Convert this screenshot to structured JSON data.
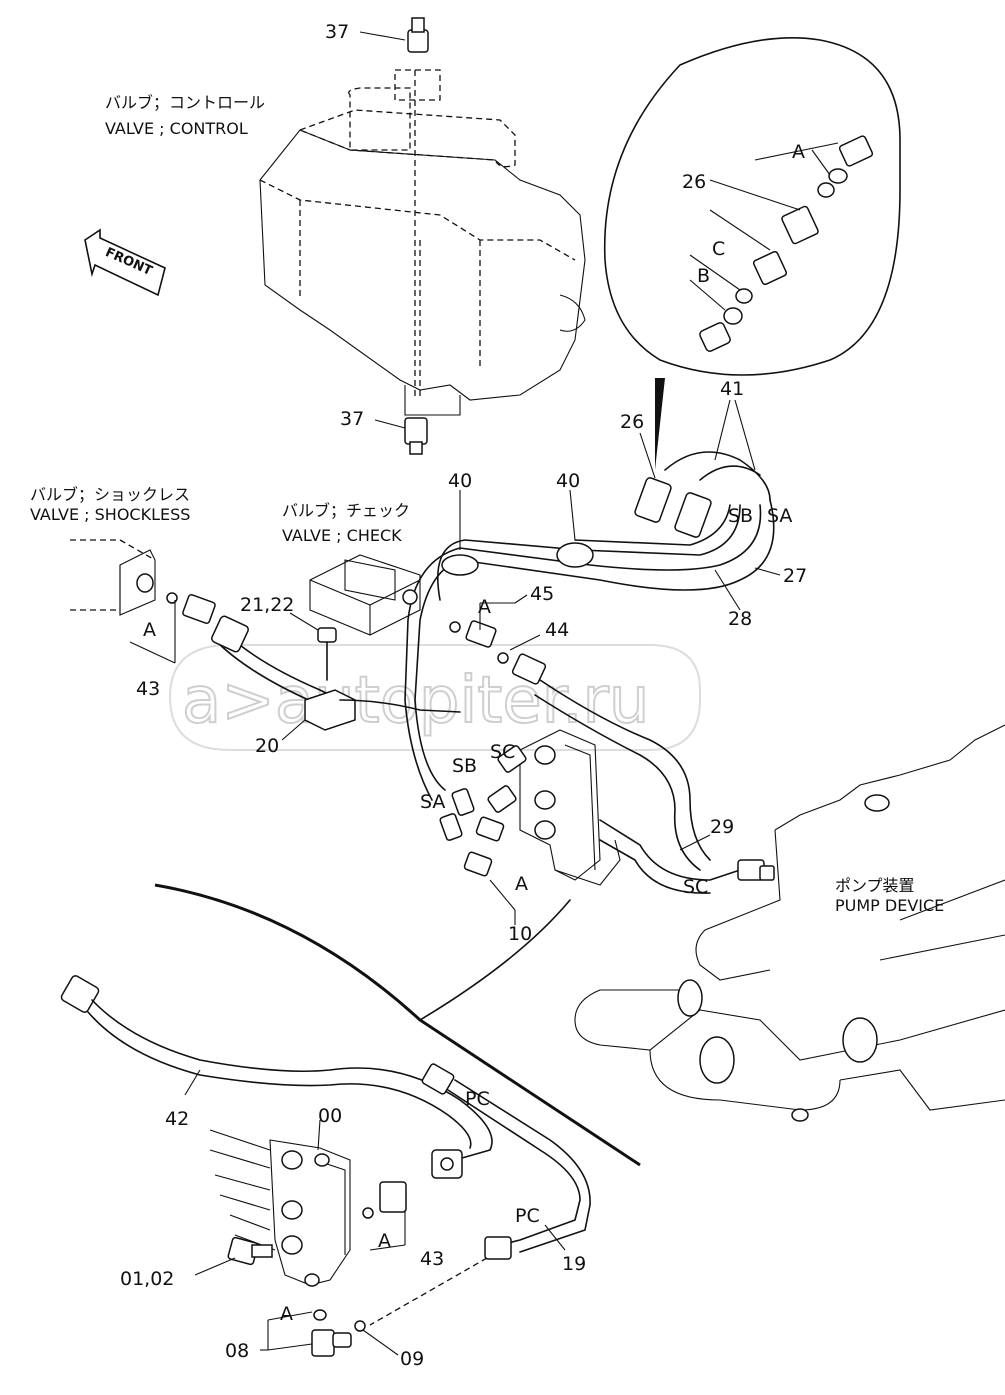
{
  "captions": {
    "control_jp": "バルブ；コントロール",
    "control_en": "VALVE ; CONTROL",
    "shockless_jp": "バルブ；ショックレス",
    "shockless_en": "VALVE ; SHOCKLESS",
    "check_jp": "バルブ；チェック",
    "check_en": "VALVE ; CHECK",
    "pump_jp": "ポンプ装置",
    "pump_en": "PUMP DEVICE",
    "front": "FRONT"
  },
  "watermark": "a>autopiter.ru",
  "labels": {
    "p37_top": "37",
    "p37_bot": "37",
    "p26_inset": "26",
    "ins_A": "A",
    "ins_B": "B",
    "ins_C": "C",
    "p26": "26",
    "p41": "41",
    "p40a": "40",
    "p40b": "40",
    "SB_top": "SB",
    "SA_top": "SA",
    "p27": "27",
    "p28": "28",
    "p45": "45",
    "A45": "A",
    "p44": "44",
    "p21_22": "21,22",
    "p20": "20",
    "A43_left": "A",
    "p43_left": "43",
    "SC_top": "SC",
    "SB_mid": "SB",
    "SA_mid": "SA",
    "A_mid": "A",
    "p10": "10",
    "p29": "29",
    "SC_bot": "SC",
    "p42": "42",
    "PC_top": "PC",
    "PC_bot": "PC",
    "p19": "19",
    "p00": "00",
    "A43_bot": "A",
    "p43_bot": "43",
    "p01_02": "01,02",
    "A08": "A",
    "p08": "08",
    "p09": "09"
  }
}
